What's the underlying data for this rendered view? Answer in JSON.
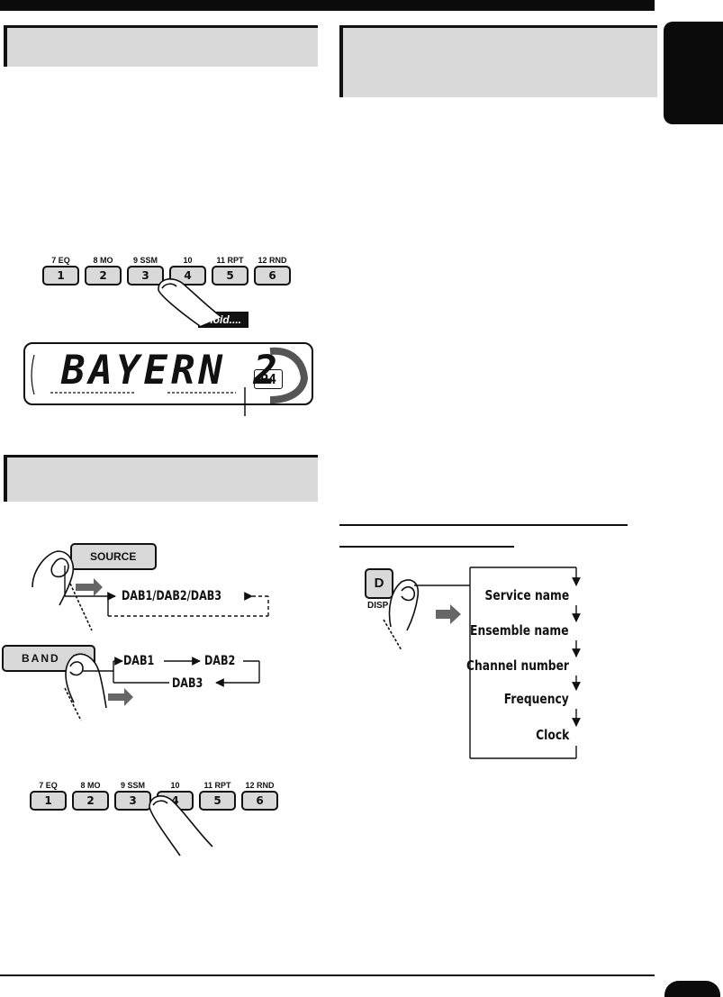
{
  "preset_buttons": [
    {
      "sub": "7 EQ",
      "num": "1"
    },
    {
      "sub": "8 MO",
      "num": "2"
    },
    {
      "sub": "9 SSM",
      "num": "3"
    },
    {
      "sub": "10",
      "num": "4"
    },
    {
      "sub": "11 RPT",
      "num": "5"
    },
    {
      "sub": "12 RND",
      "num": "6"
    }
  ],
  "hold_label": "Hold....",
  "display": {
    "station": "BAYERN 2",
    "preset": "P4"
  },
  "source_button": "SOURCE",
  "source_cycle": "DAB1/DAB2/DAB3",
  "band_button": "BAND",
  "band_cycle": [
    "DAB1",
    "DAB2",
    "DAB3"
  ],
  "disp_button": {
    "key": "D",
    "label": "DISP"
  },
  "display_flow": [
    "Service name",
    "Ensemble name",
    "Channel number",
    "Frequency",
    "Clock"
  ]
}
